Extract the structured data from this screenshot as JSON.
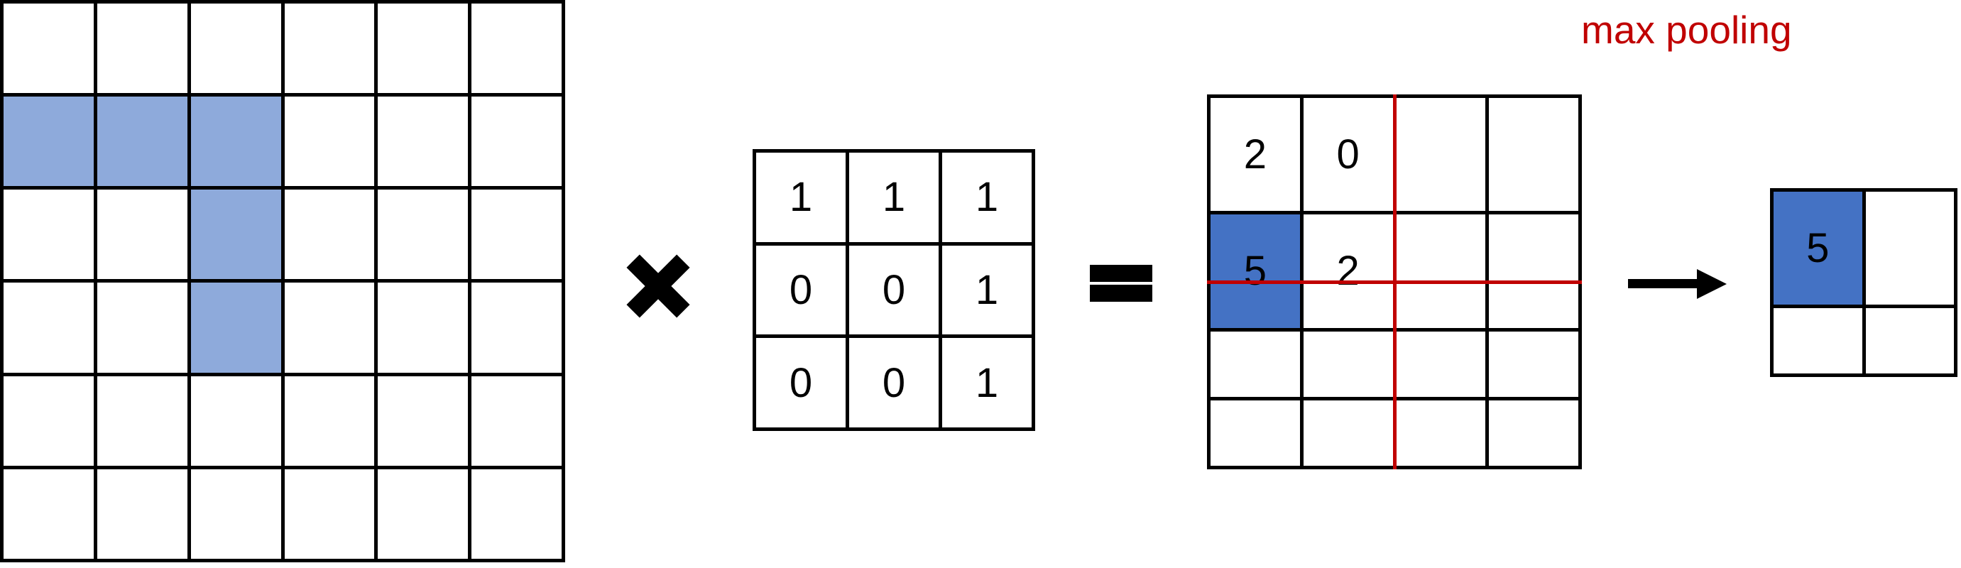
{
  "annotation": {
    "label": "max pooling",
    "color": "#C00000"
  },
  "colors": {
    "cell_highlight_light": "#8EAADB",
    "cell_highlight_dark": "#4472C4",
    "grid_line": "#000000",
    "pooling_line": "#C00000"
  },
  "operators": {
    "multiply": "×",
    "equals": "=",
    "arrow": "→"
  },
  "diagram": {
    "input_grid": {
      "rows": 6,
      "cols": 6,
      "values": [],
      "highlighted_cells": [
        [
          1,
          0
        ],
        [
          1,
          1
        ],
        [
          1,
          2
        ],
        [
          2,
          2
        ],
        [
          3,
          2
        ]
      ]
    },
    "kernel_grid": {
      "rows": 3,
      "cols": 3,
      "values": [
        [
          "1",
          "1",
          "1"
        ],
        [
          "0",
          "0",
          "1"
        ],
        [
          "0",
          "0",
          "1"
        ]
      ],
      "highlighted_cells": []
    },
    "feature_map_grid": {
      "rows": 4,
      "cols": 4,
      "values": [
        [
          "2",
          "0",
          "",
          ""
        ],
        [
          "5",
          "2",
          "",
          ""
        ],
        [
          "",
          "",
          "",
          ""
        ],
        [
          "",
          "",
          "",
          ""
        ]
      ],
      "highlighted_cells": [
        [
          1,
          0
        ]
      ]
    },
    "pooled_grid": {
      "rows": 2,
      "cols": 2,
      "values": [
        [
          "5",
          ""
        ],
        [
          "",
          ""
        ]
      ],
      "highlighted_cells": [
        [
          0,
          0
        ]
      ]
    }
  }
}
